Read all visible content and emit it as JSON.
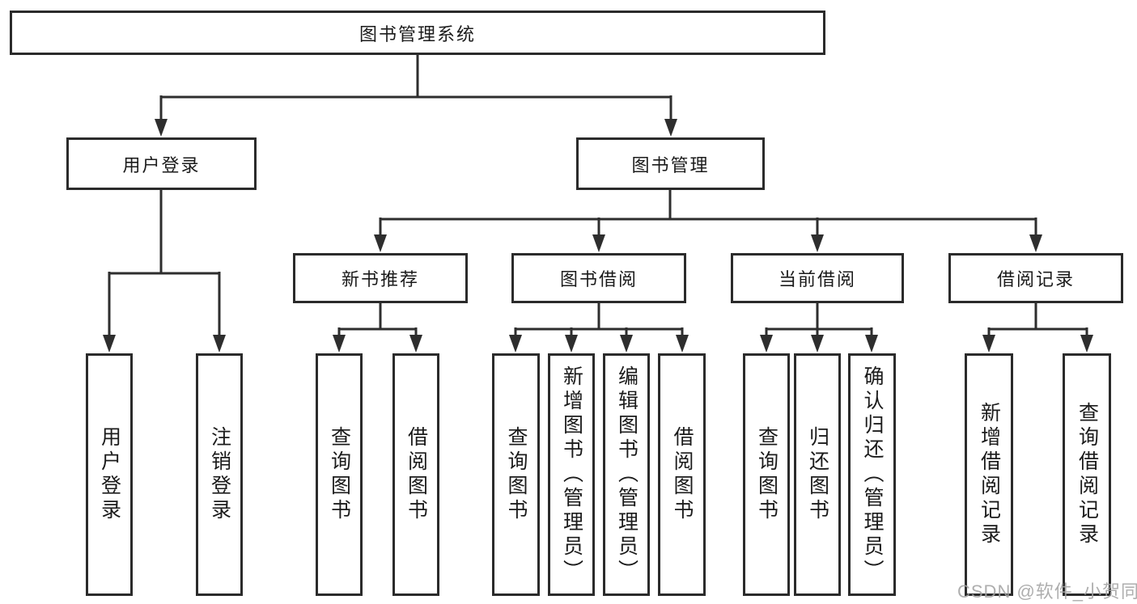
{
  "diagram_title": "图书管理系统",
  "tree": {
    "root": "图书管理系统",
    "branches": [
      {
        "label": "用户登录",
        "leaves": [
          "用户登录",
          "注销登录"
        ]
      },
      {
        "label": "图书管理",
        "groups": [
          {
            "label": "新书推荐",
            "leaves": [
              "查询图书",
              "借阅图书"
            ]
          },
          {
            "label": "图书借阅",
            "leaves": [
              "查询图书",
              "新增图书（管理员）",
              "编辑图书（管理员）",
              "借阅图书"
            ]
          },
          {
            "label": "当前借阅",
            "leaves": [
              "查询图书",
              "归还图书",
              "确认归还（管理员）"
            ]
          },
          {
            "label": "借阅记录",
            "leaves": [
              "新增借阅记录",
              "查询借阅记录"
            ]
          }
        ]
      }
    ]
  },
  "watermark": "CSDN @软件_小贺同学",
  "colors": {
    "line": "#2e2e2e",
    "box_border": "#2b2b2b",
    "text": "#1b1b1b",
    "background": "#ffffff",
    "watermark": "#a3a3a3"
  }
}
